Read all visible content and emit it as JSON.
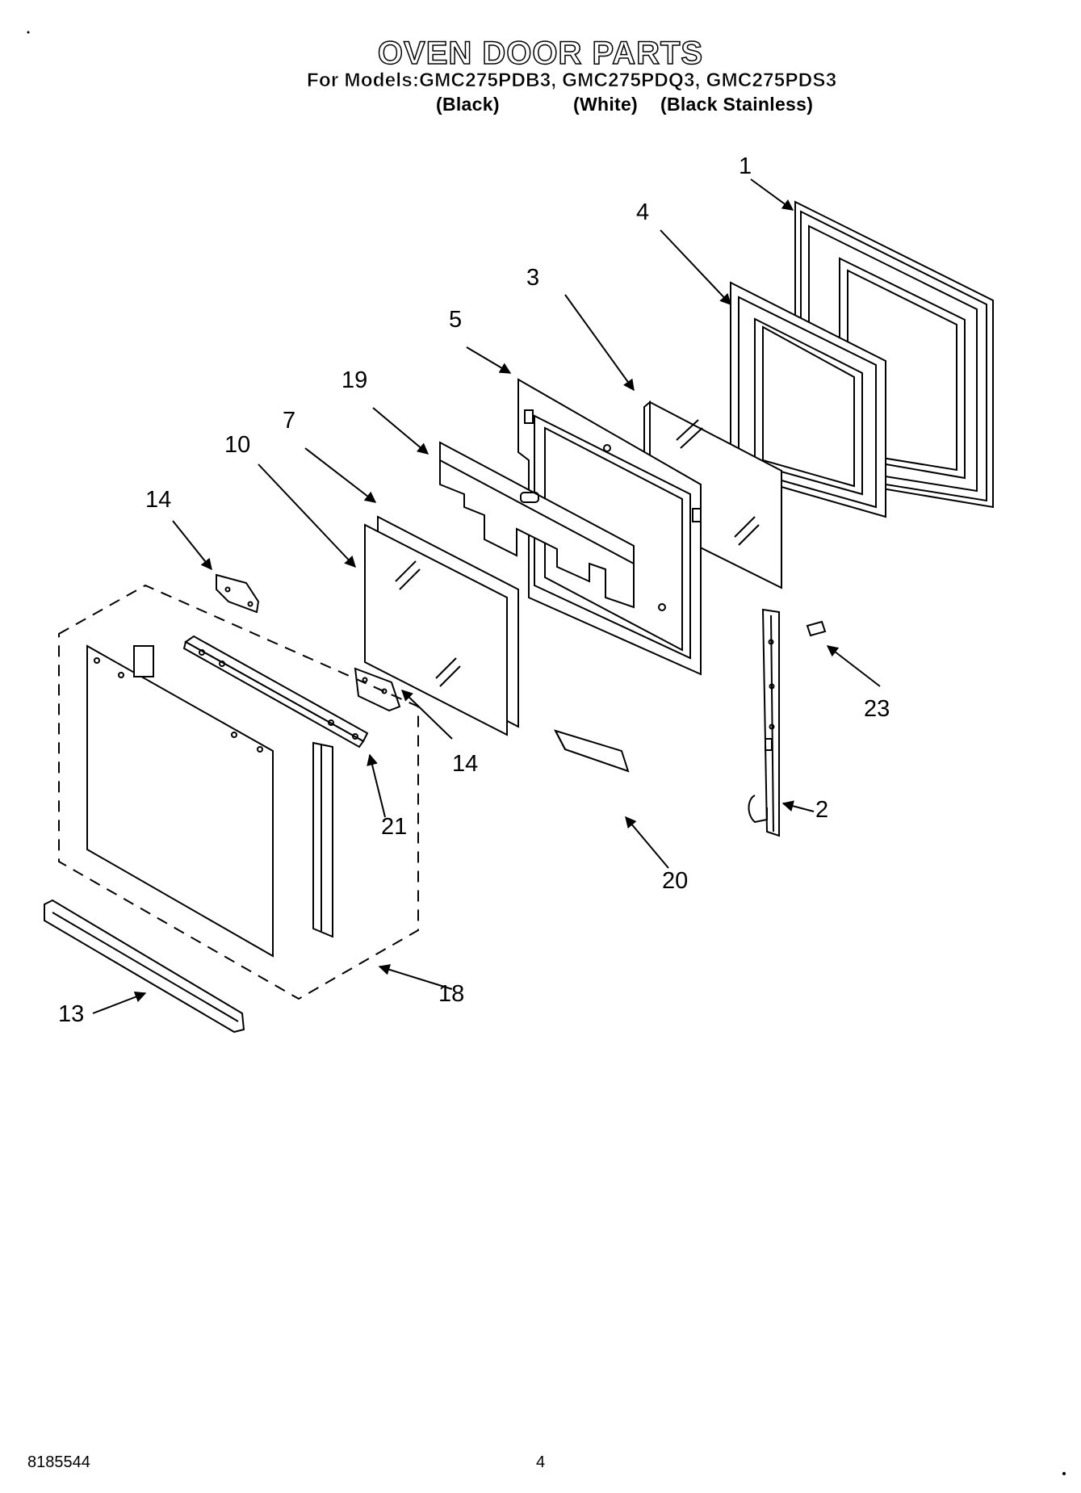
{
  "header": {
    "title": "OVEN DOOR PARTS",
    "models_line": "For Models:GMC275PDB3, GMC275PDQ3, GMC275PDS3",
    "variants": [
      "(Black)",
      "(White)",
      "(Black Stainless)"
    ]
  },
  "callouts": [
    "1",
    "4",
    "3",
    "5",
    "19",
    "7",
    "10",
    "14",
    "14",
    "23",
    "2",
    "21",
    "20",
    "18",
    "13"
  ],
  "footer": {
    "doc_number": "8185544",
    "page_number": "4"
  }
}
